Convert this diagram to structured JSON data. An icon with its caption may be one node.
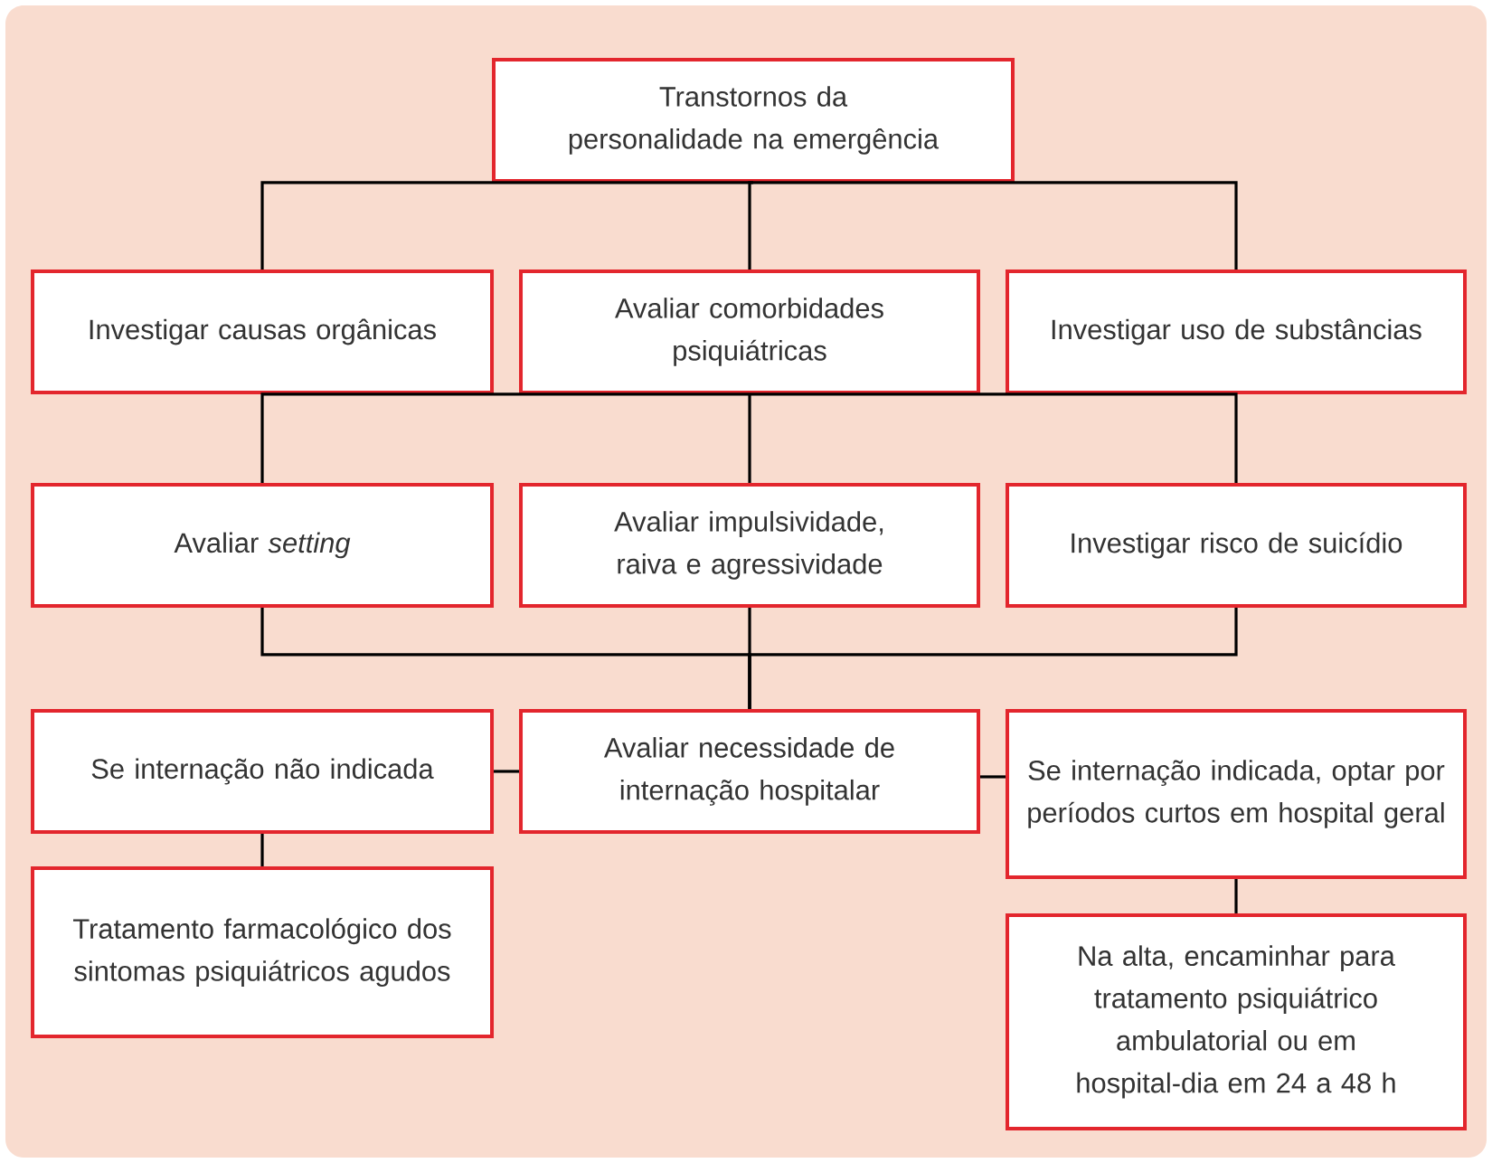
{
  "diagram": {
    "nodes": [
      {
        "text": [
          "Transtornos da personalidade na emergência"
        ]
      },
      {
        "text": [
          "Investigar causas orgânicas"
        ]
      },
      {
        "text": [
          "Avaliar comorbidades psiquiátricas"
        ]
      },
      {
        "text": [
          "Investigar uso de substâncias"
        ]
      },
      {
        "text": [
          "Avaliar *setting*"
        ]
      },
      {
        "text": [
          "Avaliar impulsividade, raiva e agressividade"
        ]
      },
      {
        "text": [
          "Investigar risco de suicídio"
        ]
      },
      {
        "text": [
          "Se internação não indicada"
        ]
      },
      {
        "text": [
          "Avaliar necessidade de internação hospitalar"
        ]
      },
      {
        "text": [
          "Se internação indicada, optar por períodos curtos em hospital geral"
        ]
      },
      {
        "text": [
          "Tratamento farmacológico dos sintomas psiquiátricos agudos"
        ]
      },
      {
        "text": [
          "Na alta, encaminhar para tratamento psiquiátrico ambulatorial ou em hospital-dia em 24 a 48 h"
        ]
      }
    ],
    "edges": [
      {
        "from": 0,
        "to": 1,
        "arrow": "none"
      },
      {
        "from": 0,
        "to": 2,
        "arrow": "none"
      },
      {
        "from": 0,
        "to": 3,
        "arrow": "none"
      },
      {
        "from": 2,
        "to": 4,
        "arrow": "none"
      },
      {
        "from": 2,
        "to": 5,
        "arrow": "none"
      },
      {
        "from": 2,
        "to": 6,
        "arrow": "none"
      },
      {
        "from": 4,
        "to": 8,
        "arrow": "none"
      },
      {
        "from": 5,
        "to": 8,
        "arrow": "none"
      },
      {
        "from": 6,
        "to": 8,
        "arrow": "none"
      },
      {
        "from": 8,
        "to": 7,
        "arrow": "none"
      },
      {
        "from": 8,
        "to": 9,
        "arrow": "none"
      },
      {
        "from": 7,
        "to": 10,
        "arrow": "none"
      },
      {
        "from": 9,
        "to": 11,
        "arrow": "none"
      }
    ]
  }
}
